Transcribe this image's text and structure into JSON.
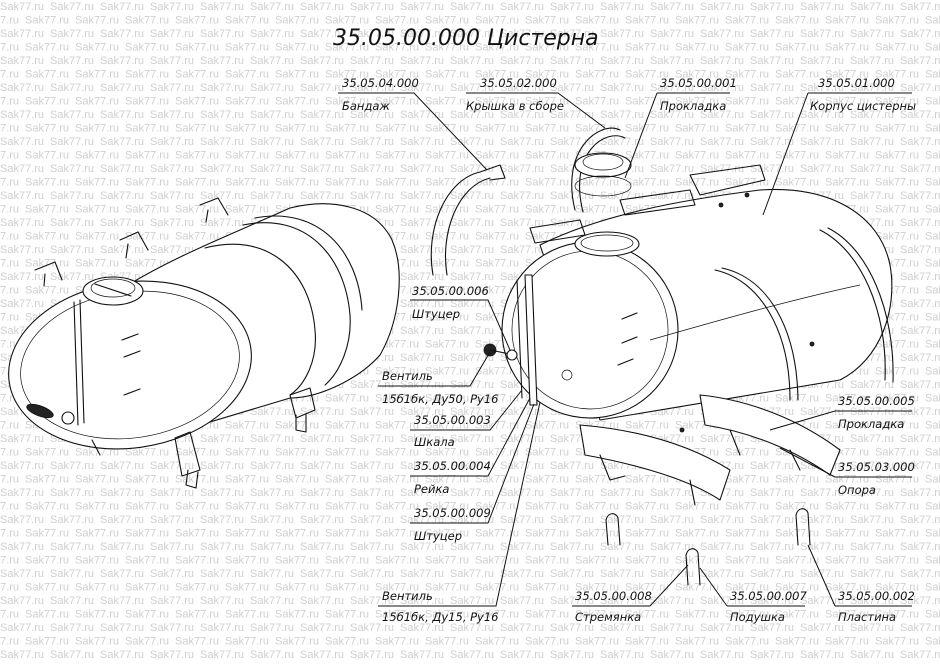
{
  "title": "35.05.00.000 Цистерна",
  "watermark": {
    "text": "Sak77.ru",
    "color": "#cfcfcf"
  },
  "parts": [
    {
      "id": "bandage",
      "code": "35.05.04.000",
      "name": "Бандаж"
    },
    {
      "id": "lid",
      "code": "35.05.02.000",
      "name": "Крышка в сборе"
    },
    {
      "id": "gasket1",
      "code": "35.05.00.001",
      "name": "Прокладка"
    },
    {
      "id": "body",
      "code": "35.05.01.000",
      "name": "Корпус цистерны"
    },
    {
      "id": "fitting1",
      "code": "35.05.00.006",
      "name": "Штуцер"
    },
    {
      "id": "valve1",
      "code": "",
      "name": "Вентиль",
      "spec": "15б1бк, Ду50, Ру16"
    },
    {
      "id": "scale",
      "code": "35.05.00.003",
      "name": "Шкала"
    },
    {
      "id": "rail",
      "code": "35.05.00.004",
      "name": "Рейка"
    },
    {
      "id": "fitting2",
      "code": "35.05.00.009",
      "name": "Штуцер"
    },
    {
      "id": "valve2",
      "code": "",
      "name": "Вентиль",
      "spec": "15б1бк, Ду15, Ру16"
    },
    {
      "id": "gasket2",
      "code": "35.05.00.005",
      "name": "Прокладка"
    },
    {
      "id": "support",
      "code": "35.05.03.000",
      "name": "Опора"
    },
    {
      "id": "stirrup",
      "code": "35.05.00.008",
      "name": "Стремянка"
    },
    {
      "id": "pad",
      "code": "35.05.00.007",
      "name": "Подушка"
    },
    {
      "id": "plate",
      "code": "35.05.00.002",
      "name": "Пластина"
    }
  ]
}
